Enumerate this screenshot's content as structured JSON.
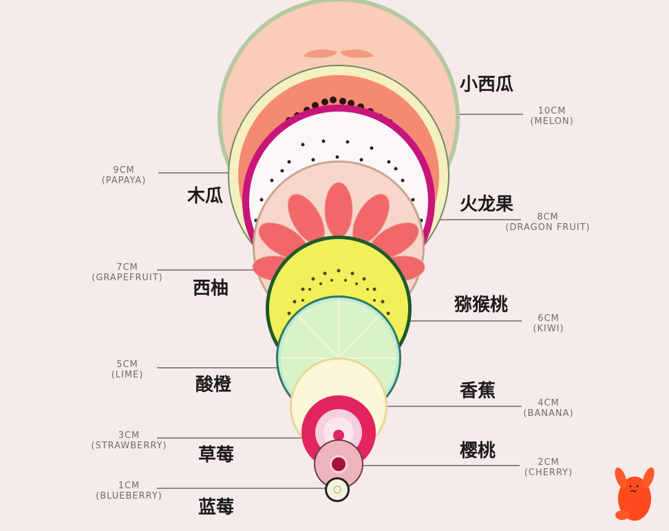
{
  "diagram": {
    "type": "fruit size comparison",
    "fruits": [
      {
        "zh": "小西瓜",
        "size": "10CM",
        "en": "(MELON)",
        "side": "right"
      },
      {
        "zh": "木瓜",
        "size": "9CM",
        "en": "(PAPAYA)",
        "side": "left"
      },
      {
        "zh": "火龙果",
        "size": "8CM",
        "en": "(DRAGON FRUIT)",
        "side": "right"
      },
      {
        "zh": "西柚",
        "size": "7CM",
        "en": "(GRAPEFRUIT)",
        "side": "left"
      },
      {
        "zh": "猕猴桃",
        "size": "6CM",
        "en": "(KIWI)",
        "side": "right"
      },
      {
        "zh": "酸橙",
        "size": "5CM",
        "en": "(LIME)",
        "side": "left"
      },
      {
        "zh": "香蕉",
        "size": "4CM",
        "en": "(BANANA)",
        "side": "right"
      },
      {
        "zh": "草莓",
        "size": "3CM",
        "en": "(STRAWBERRY)",
        "side": "left"
      },
      {
        "zh": "樱桃",
        "size": "2CM",
        "en": "(CHERRY)",
        "side": "right"
      },
      {
        "zh": "蓝莓",
        "size": "1CM",
        "en": "(BLUEBERRY)",
        "side": "left"
      }
    ],
    "colors": {
      "background": "#f6eaea",
      "melon": "#f9cdb8",
      "papaya": "#f58a72",
      "dragon_fruit_rind": "#c7157a",
      "grapefruit": "#f26868",
      "kiwi": "#f1ef5a",
      "lime": "#d9f3c6",
      "banana": "#fdf7d9",
      "strawberry": "#e3245f",
      "cherry": "#eeb4bd",
      "blueberry": "#f3f1e2",
      "mascot": "#ff4b1e"
    }
  },
  "mascot": {
    "name": "orange-character-sticker"
  }
}
